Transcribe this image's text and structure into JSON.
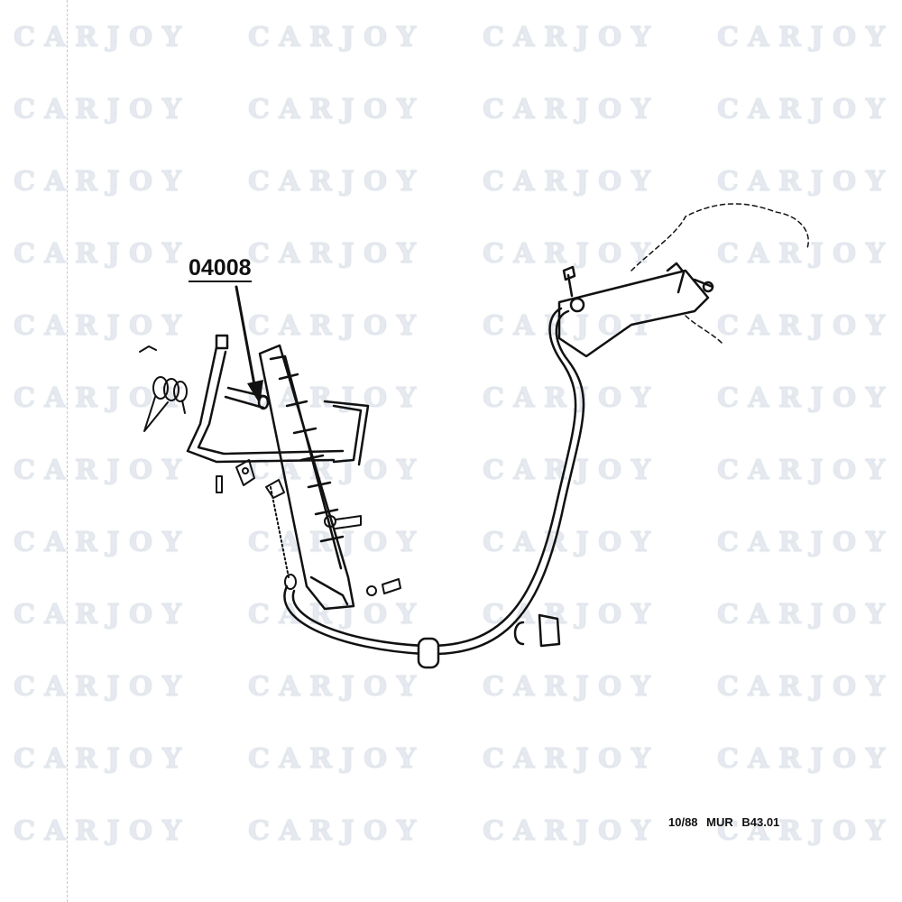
{
  "watermark": {
    "text": "CARJOY",
    "color": "#e6eaf0"
  },
  "callout": {
    "part_number": "04008"
  },
  "footer": {
    "reference": "10/88  MUR  B43.01"
  }
}
